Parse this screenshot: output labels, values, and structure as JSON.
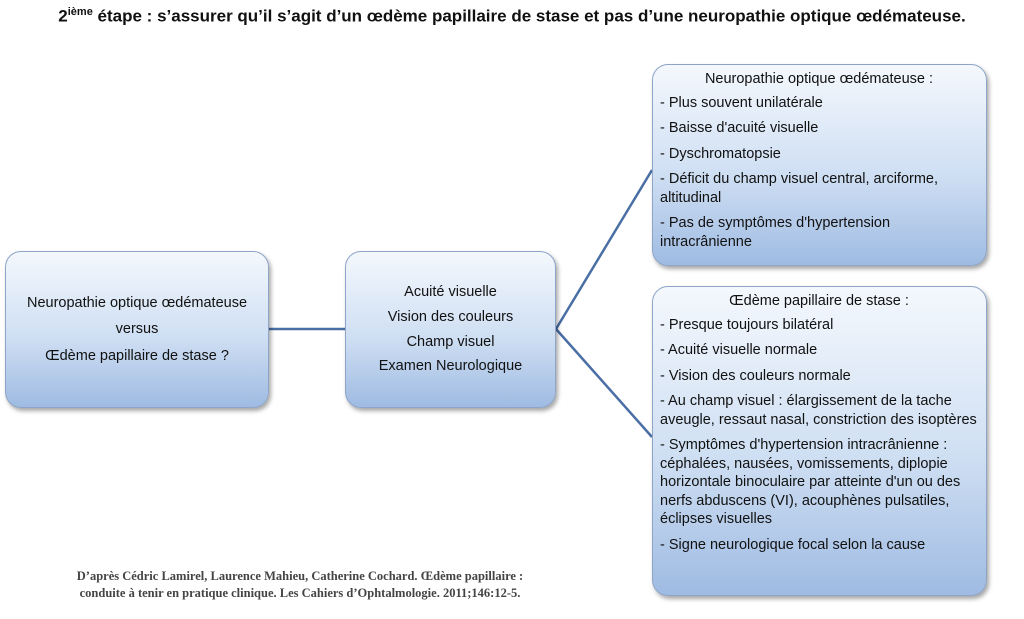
{
  "title": {
    "number": "2",
    "superscript": "ième",
    "text": " étape : s’assurer qu’il s’agit d’un œdème papillaire de stase et pas d’une neuropathie optique œdémateuse."
  },
  "left_box": {
    "lines": [
      "Neuropathie optique œdémateuse",
      "versus",
      "Œdème papillaire de stase ?"
    ]
  },
  "middle_box": {
    "lines": [
      "Acuité visuelle",
      "Vision des couleurs",
      "Champ visuel",
      "Examen Neurologique"
    ]
  },
  "top_right_box": {
    "heading": "Neuropathie optique œdémateuse :",
    "items": [
      "- Plus souvent unilatérale",
      "- Baisse d'acuité visuelle",
      "- Dyschromatopsie",
      "- Déficit du champ visuel central, arciforme, altitudinal",
      "- Pas de symptômes d'hypertension intracrânienne"
    ]
  },
  "bottom_right_box": {
    "heading": "Œdème  papillaire de stase :",
    "items": [
      "- Presque toujours bilatéral",
      "- Acuité visuelle normale",
      "- Vision des couleurs normale",
      "- Au champ visuel : élargissement de la tache aveugle, ressaut nasal, constriction des isoptères",
      "- Symptômes d'hypertension intracrânienne : céphalées, nausées, vomissements, diplopie horizontale binoculaire par atteinte d'un ou des nerfs abduscens (VI), acouphènes pulsatiles, éclipses visuelles",
      "- Signe neurologique focal selon la cause"
    ]
  },
  "citation": {
    "line1": "D’après Cédric Lamirel, Laurence Mahieu, Catherine Cochard. Œdème papillaire :",
    "line2": "conduite à tenir en pratique clinique. Les Cahiers d’Ophtalmologie. 2011;146:12-5."
  },
  "colors": {
    "connector": "#4a6fa5",
    "box_border": "#8ea5c8",
    "box_gradient_top": "#f4f8fd",
    "box_gradient_bottom": "#9fbbe2"
  }
}
